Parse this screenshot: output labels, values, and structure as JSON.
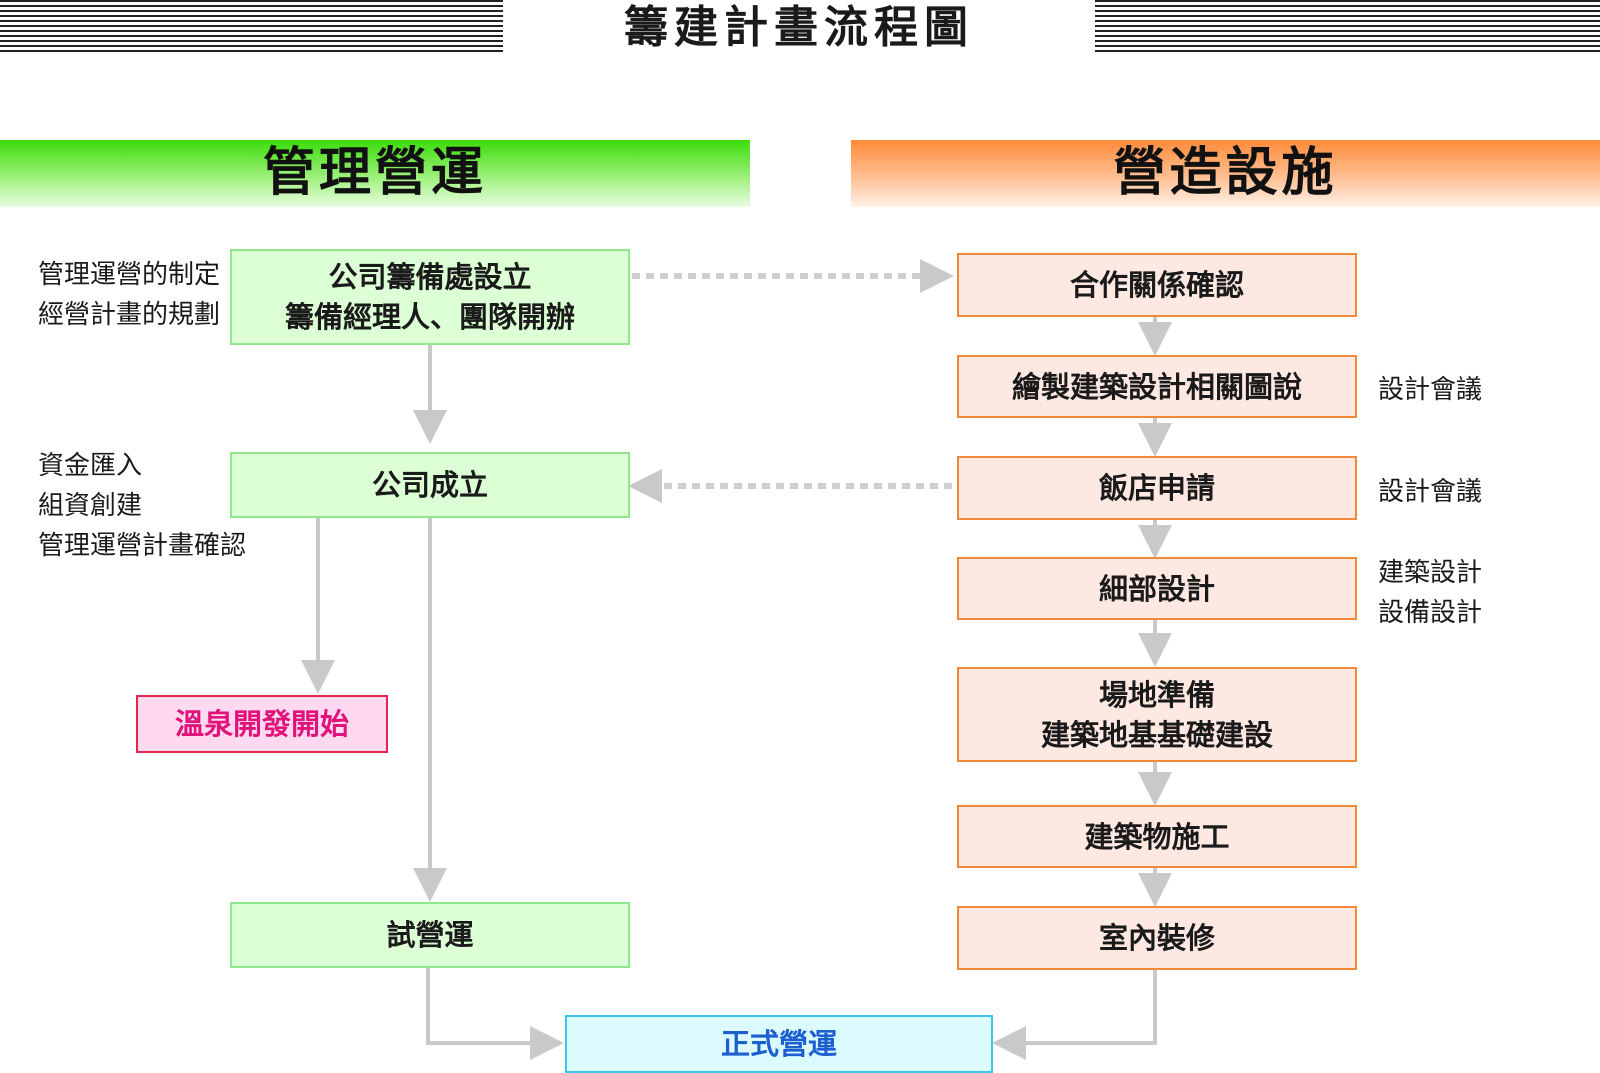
{
  "title": "籌建計畫流程圖",
  "sections": {
    "management": "管理營運",
    "construction": "營造設施"
  },
  "management_steps": [
    {
      "lines": [
        "公司籌備處設立",
        "籌備經理人、團隊開辦"
      ]
    },
    {
      "lines": [
        "公司成立"
      ]
    },
    {
      "lines": [
        "溫泉開發開始"
      ]
    },
    {
      "lines": [
        "試營運"
      ]
    }
  ],
  "construction_steps": [
    {
      "lines": [
        "合作關係確認"
      ]
    },
    {
      "lines": [
        "繪製建築設計相關圖說"
      ]
    },
    {
      "lines": [
        "飯店申請"
      ]
    },
    {
      "lines": [
        "細部設計"
      ]
    },
    {
      "lines": [
        "場地準備",
        "建築地基基礎建設"
      ]
    },
    {
      "lines": [
        "建築物施工"
      ]
    },
    {
      "lines": [
        "室內裝修"
      ]
    }
  ],
  "final_step": {
    "lines": [
      "正式營運"
    ]
  },
  "left_notes": [
    {
      "lines": [
        "管理運營的制定",
        "經營計畫的規劃"
      ]
    },
    {
      "lines": [
        "資金匯入",
        "組資創建",
        "管理運營計畫確認"
      ]
    }
  ],
  "right_notes": [
    {
      "lines": [
        "設計會議"
      ]
    },
    {
      "lines": [
        "設計會議"
      ]
    },
    {
      "lines": [
        "建築設計",
        "設備設計"
      ]
    }
  ],
  "colors": {
    "management_header": "#3cdc0a",
    "construction_header": "#ff8a3a",
    "management_box_fill": "#dcffd6",
    "construction_box_fill": "#fde8e2",
    "construction_box_border": "#f08a3a",
    "hot_spring_text": "#e0137a",
    "final_text": "#1e5fd0",
    "connector": "#c9c9c9"
  }
}
